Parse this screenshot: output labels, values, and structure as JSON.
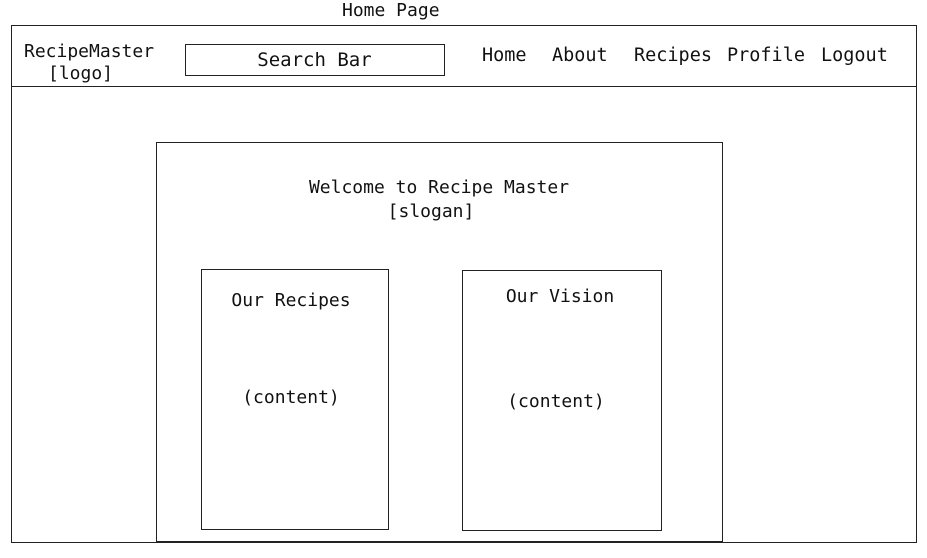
{
  "page": {
    "title": "Home Page"
  },
  "header": {
    "logo_line1": "RecipeMaster",
    "logo_line2": "[logo]",
    "search_label": "Search Bar",
    "nav": [
      "Home",
      "About",
      "Recipes",
      "Profile",
      "Logout"
    ]
  },
  "hero": {
    "welcome": "Welcome to Recipe Master",
    "slogan": "[slogan]"
  },
  "cards": [
    {
      "title": "Our Recipes",
      "content": "(content)"
    },
    {
      "title": "Our Vision",
      "content": "(content)"
    }
  ]
}
